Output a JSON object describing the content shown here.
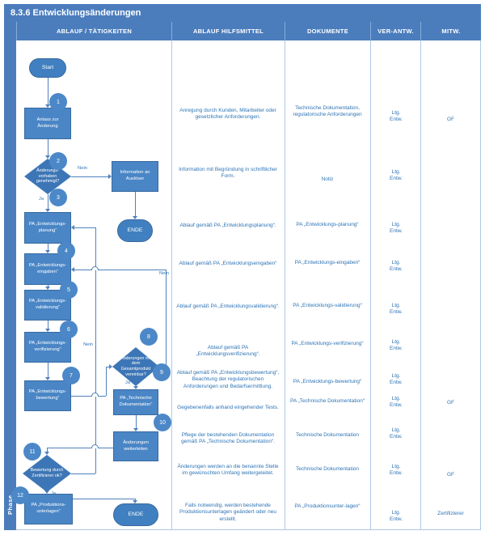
{
  "title": "8.3.6 Entwicklungsänderungen",
  "phase": "Phase",
  "header": {
    "col1": "ABLAUF / TÄTIGKEITEN",
    "col2": "ABLAUF HILFSMITTEL",
    "col3": "DOKUMENTE",
    "col4": "VER-ANTW.",
    "col5": "MITW."
  },
  "labels": {
    "ja": "Ja",
    "nein": "Nein"
  },
  "flow": {
    "start": "Start",
    "steps": [
      "1",
      "2",
      "3",
      "4",
      "5",
      "6",
      "7",
      "8",
      "9",
      "10",
      "11",
      "12"
    ],
    "anlass": "Anlass zur Änderung",
    "d1": "Änderungs-vorhaben genehmigt?",
    "info": "Information an Auslöser",
    "ende1": "ENDE",
    "planung": "PA „Entwicklungs-planung“",
    "eingaben": "PA „Entwicklungs-eingaben“",
    "validierung": "PA „Entwicklungs-validierung“",
    "verifizierung": "PA „Entwicklungs-verifizierung“",
    "bewertung": "PA „Entwicklungs-bewertung“",
    "d2": "Änderungen mit dem Gesamtprodukt vereinbar?",
    "techdok": "PA „Technische Dokumentation“",
    "weiterleiten": "Änderungen weiterleiten",
    "d3": "Bewertung durch Zertifizierer ok?",
    "produktion": "PA „Produktions-unterlagen“",
    "ende2": "ENDE"
  },
  "rows": [
    {
      "hilfsmittel": "Anregung durch Kunden, Mitarbeiter oder gesetzlicher Anforderungen.",
      "dokumente": "Technische Dokumentation, regulatorische Anforderungen",
      "verantw": "Ltg. Entw.",
      "mitw": "GF"
    },
    {
      "hilfsmittel": "Information mit Begründung in schriftlicher Form.",
      "dokumente": "Notiz",
      "verantw": "Ltg. Entw.",
      "mitw": ""
    },
    {
      "hilfsmittel": "Ablauf gemäß PA „Entwicklungsplanung“.",
      "dokumente": "PA „Entwicklungs-planung“",
      "verantw": "Ltg. Entw.",
      "mitw": ""
    },
    {
      "hilfsmittel": "Ablauf gemäß PA „Entwicklungseingaben“",
      "dokumente": "PA „Entwicklungs-eingaben“",
      "verantw": "Ltg. Entw.",
      "mitw": ""
    },
    {
      "hilfsmittel": "Ablauf gemäß PA „Entwicklungsvalidierung“.",
      "dokumente": "PA „Entwicklungs-validierung“",
      "verantw": "Ltg. Entw.",
      "mitw": ""
    },
    {
      "hilfsmittel": "Ablauf gemäß PA „Entwicklungsverifizierung“.",
      "dokumente": "PA „Entwicklungs-verifizierung“",
      "verantw": "Ltg. Entw.",
      "mitw": ""
    },
    {
      "hilfsmittel": "Ablauf gemäß PA „Entwicklungsbewertung“, Beachtung der regulatorischen Anforderungen und Bedarfsermittlung.",
      "dokumente": "PA „Entwicklungs-bewertung“",
      "verantw": "Ltg. Entw.",
      "mitw": ""
    },
    {
      "hilfsmittel": "Gegebenenfalls anhand eingehender Tests.",
      "dokumente": "PA „Technische Dokumentation“",
      "verantw": "Ltg. Entw.",
      "mitw": "GF"
    },
    {
      "hilfsmittel": "Pflege der bestehenden Dokumentation gemäß PA „Technische Dokumentation“.",
      "dokumente": "Technische Dokumentation",
      "verantw": "Ltg. Entw.",
      "mitw": ""
    },
    {
      "hilfsmittel": "Änderungen werden an die benannte Stelle im gewünschten Umfang weitergeleitet.",
      "dokumente": "Technische Dokumentation",
      "verantw": "Ltg. Entw.",
      "mitw": "GF"
    },
    {
      "hilfsmittel": "Falls notwendig, werden bestehende Produktionsunterlagen geändert oder neu erstellt.",
      "dokumente": "PA „Produktionsunter-lagen“",
      "verantw": "Ltg. Entw.",
      "mitw": "Zertifizierer"
    }
  ]
}
